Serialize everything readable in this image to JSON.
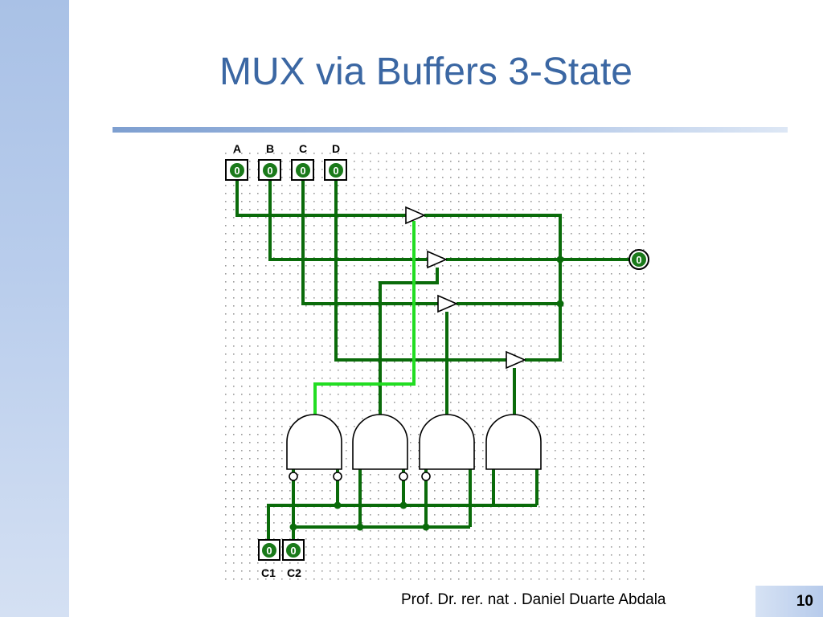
{
  "slide": {
    "title": "MUX via Buffers 3-State",
    "footer": "Prof. Dr. rer. nat . Daniel Duarte Abdala",
    "page_number": "10"
  },
  "circuit": {
    "inputs": [
      {
        "label": "A",
        "value": "0"
      },
      {
        "label": "B",
        "value": "0"
      },
      {
        "label": "C",
        "value": "0"
      },
      {
        "label": "D",
        "value": "0"
      }
    ],
    "selects": [
      {
        "label": "C1",
        "value": "0"
      },
      {
        "label": "C2",
        "value": "0"
      }
    ],
    "output": {
      "value": "0"
    },
    "colors": {
      "wire": "#0a6b0a",
      "active_wire": "#22dd22",
      "gate_stroke": "#000000"
    }
  }
}
